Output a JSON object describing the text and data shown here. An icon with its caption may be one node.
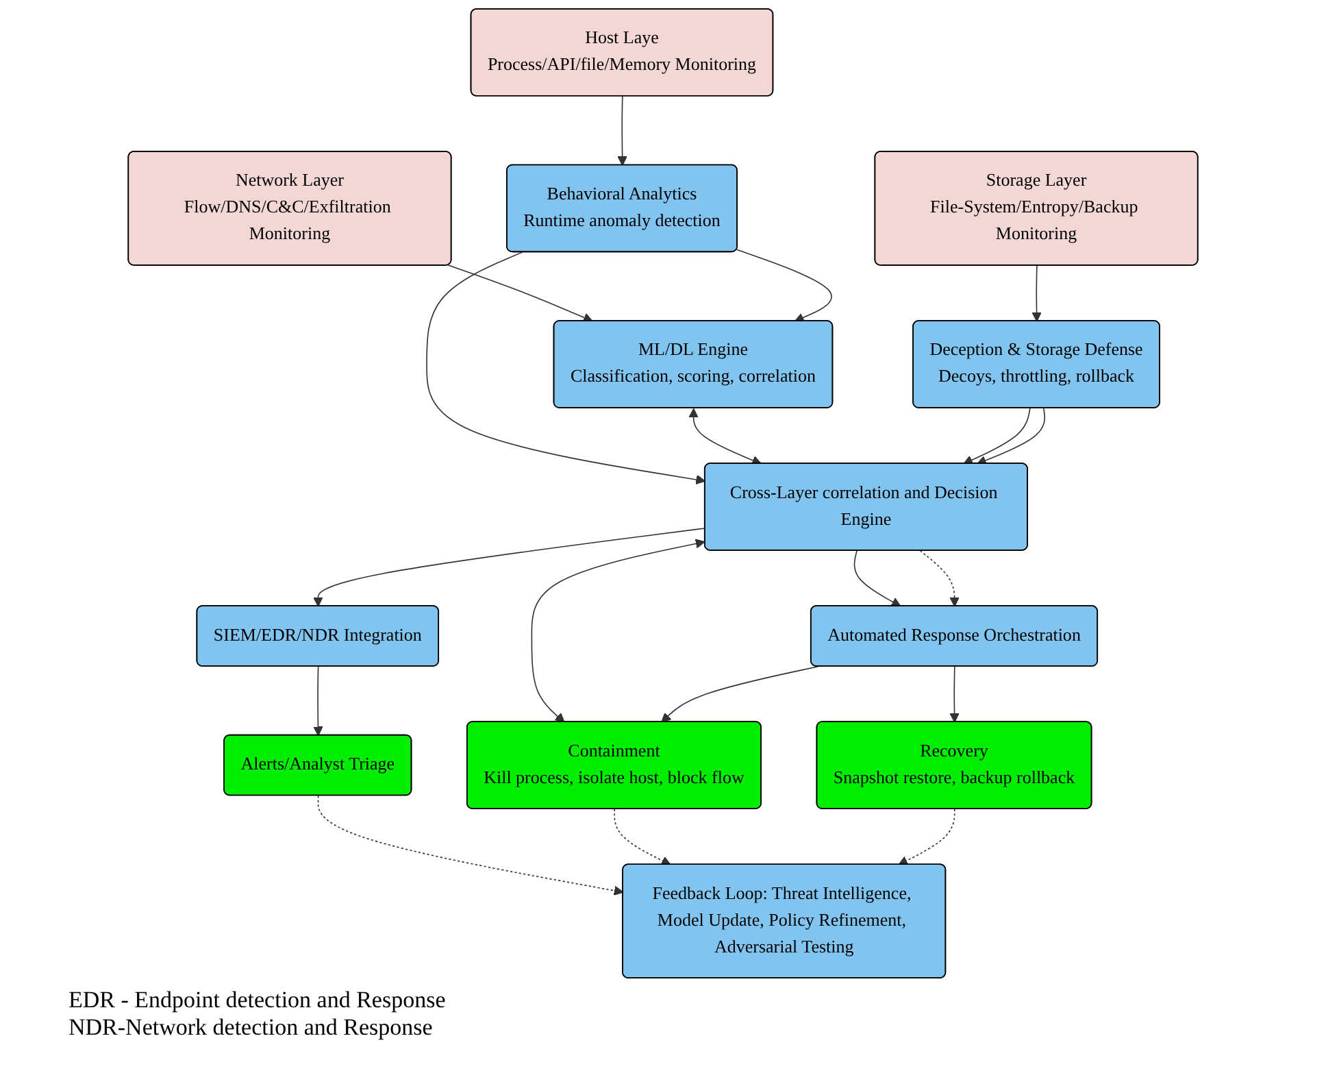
{
  "diagram": {
    "nodes": [
      {
        "text": [
          "Host Laye",
          "Process/API/file/Memory Monitoring"
        ]
      },
      {
        "text": [
          "Network Layer",
          "Flow/DNS/C&C/Exfiltration Monitoring"
        ]
      },
      {
        "text": [
          "Storage Layer",
          "File-System/Entropy/Backup Monitoring"
        ]
      },
      {
        "text": [
          "Behavioral Analytics",
          "Runtime anomaly detection"
        ]
      },
      {
        "text": [
          "ML/DL Engine",
          "Classification, scoring, correlation"
        ]
      },
      {
        "text": [
          "Deception & Storage Defense",
          "Decoys, throttling, rollback"
        ]
      },
      {
        "text": [
          "SIEM/EDR/NDR Integration"
        ]
      },
      {
        "text": [
          "Cross-Layer correlation and Decision Engine"
        ]
      },
      {
        "text": [
          "Automated Response Orchestration"
        ]
      },
      {
        "text": [
          "Alerts/Analyst Triage"
        ]
      },
      {
        "text": [
          "Containment",
          "Kill process, isolate host, block flow"
        ]
      },
      {
        "text": [
          "Recovery",
          "Snapshot restore, backup rollback"
        ]
      },
      {
        "text": [
          "Feedback Loop: Threat Intelligence, Model Update, Policy Refinement, Adversarial Testing"
        ]
      }
    ],
    "edges": [
      {
        "from": 0,
        "to": 3,
        "arrow": "to"
      },
      {
        "from": 1,
        "to": 4,
        "arrow": "to"
      },
      {
        "from": 2,
        "to": 5,
        "arrow": "to"
      },
      {
        "from": 3,
        "to": 4,
        "arrow": "to"
      },
      {
        "from": 3,
        "to": 7,
        "arrow": "to"
      },
      {
        "from": 4,
        "to": 7,
        "arrow": "both"
      },
      {
        "from": 5,
        "to": 7,
        "arrow": "to"
      },
      {
        "from": 5,
        "to": 7,
        "arrow": "to"
      },
      {
        "from": 7,
        "to": 6,
        "arrow": "to"
      },
      {
        "from": 7,
        "to": 8,
        "arrow": "to"
      },
      {
        "from": 6,
        "to": 9,
        "arrow": "to"
      },
      {
        "from": 7,
        "to": 10,
        "arrow": "both"
      },
      {
        "from": 7,
        "to": 8,
        "arrow": "to",
        "style": "dashed"
      },
      {
        "from": 8,
        "to": 10,
        "arrow": "to"
      },
      {
        "from": 8,
        "to": 11,
        "arrow": "to"
      },
      {
        "from": 9,
        "to": 12,
        "arrow": "to",
        "style": "dashed"
      },
      {
        "from": 10,
        "to": 12,
        "arrow": "to",
        "style": "dashed"
      },
      {
        "from": 11,
        "to": 12,
        "arrow": "to",
        "style": "dashed"
      }
    ],
    "labels": [
      "EDR - Endpoint detection and Response",
      "NDR-Network detection and Response"
    ]
  }
}
